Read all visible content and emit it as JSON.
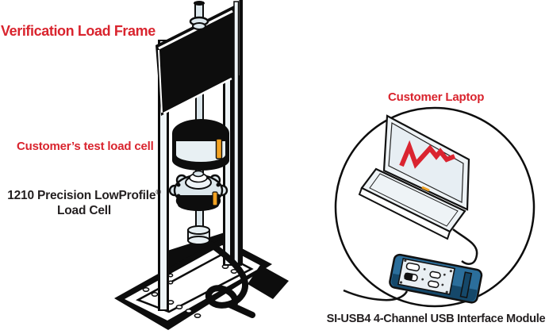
{
  "labels": {
    "load_frame": "Verification Load Frame",
    "test_load_cell": "Customer’s test load cell",
    "precision_name": "1210 Precision LowProfile",
    "precision_reg": "®",
    "precision_line2": "Load Cell",
    "laptop": "Customer Laptop",
    "usb_module": "SI-USB4 4-Channel USB Interface Module"
  },
  "colors": {
    "label_red": "#d9242e",
    "label_dark": "#231f20",
    "connector_orange": "#f2a222",
    "module_blue": "#2b6e9b",
    "module_blue_dark": "#15486a",
    "screen_trace_red": "#da2430",
    "line_black": "#0d0d0d"
  }
}
